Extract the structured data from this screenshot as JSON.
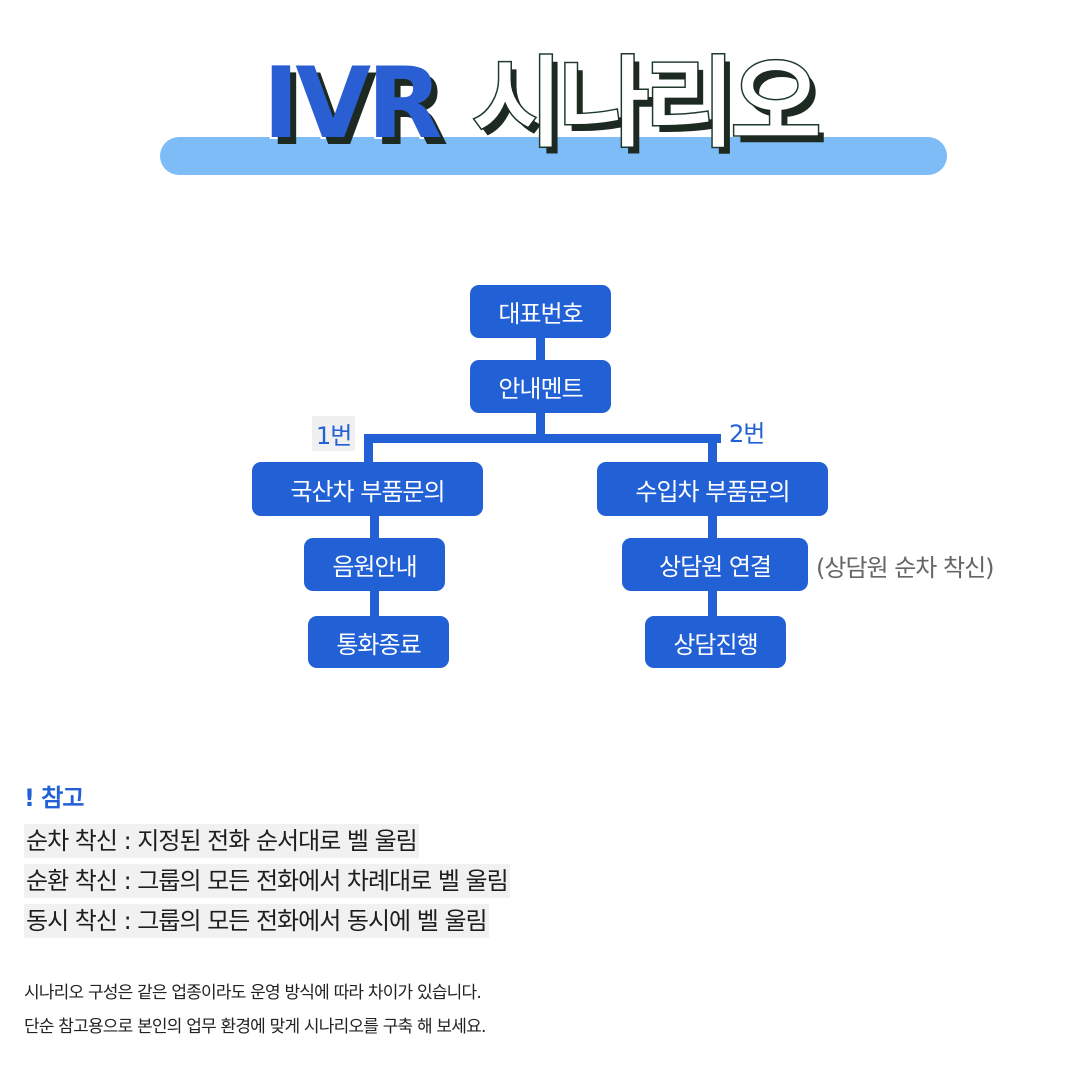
{
  "title": {
    "en": "IVR",
    "ko": "시나리오"
  },
  "colors": {
    "primary": "#2260d6",
    "band": "#7dbcf7",
    "title_shadow": "#1d2a22"
  },
  "tree": {
    "root": "대표번호",
    "greeting": "안내멘트",
    "branch_left_label": "1번",
    "branch_right_label": "2번",
    "left": [
      "국산차 부품문의",
      "음원안내",
      "통화종료"
    ],
    "right": [
      "수입차 부품문의",
      "상담원 연결",
      "상담진행"
    ],
    "right_note": "(상담원 순차 착신)"
  },
  "notes": {
    "heading": "! 참고",
    "lines": [
      "순차 착신 : 지정된 전화 순서대로 벨 울림",
      "순환 착신 : 그룹의 모든 전화에서 차례대로  벨 울림",
      "동시 착신 : 그룹의 모든 전화에서 동시에 벨 울림"
    ],
    "footer": [
      "시나리오 구성은 같은 업종이라도 운영 방식에 따라 차이가 있습니다.",
      "단순 참고용으로 본인의 업무 환경에 맞게 시나리오를 구축 해 보세요."
    ]
  }
}
